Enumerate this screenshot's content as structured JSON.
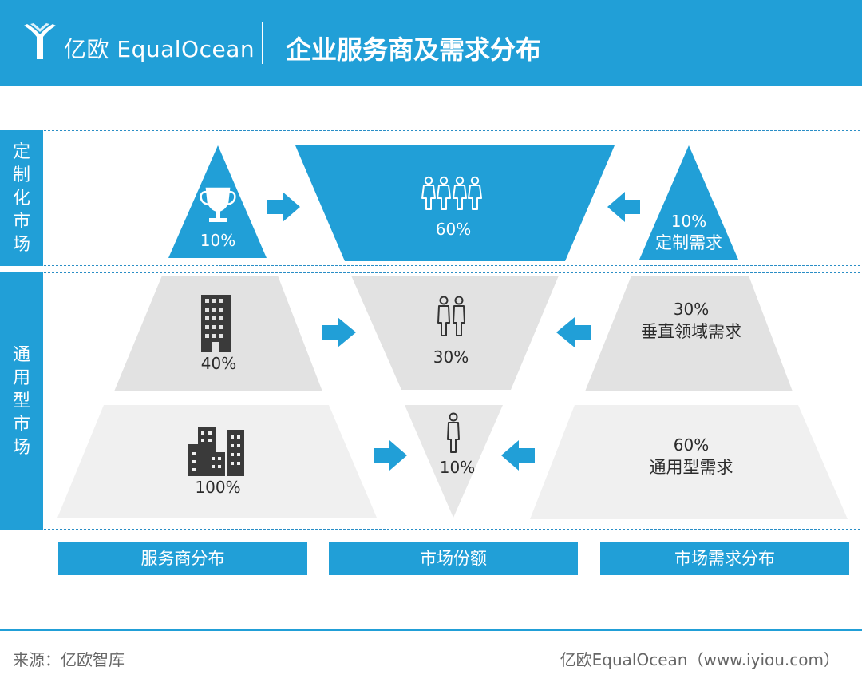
{
  "header": {
    "logo_text": "亿欧 EqualOcean",
    "title": "企业服务商及需求分布"
  },
  "bands": {
    "custom_label": "定制化市场",
    "general_label": "通用型市场"
  },
  "rows": {
    "custom": {
      "provider_pct": "10%",
      "share_pct": "60%",
      "demand_pct": "10%",
      "demand_label": "定制需求"
    },
    "vertical": {
      "provider_pct": "40%",
      "share_pct": "30%",
      "demand_pct": "30%",
      "demand_label": "垂直领域需求"
    },
    "general": {
      "provider_pct": "100%",
      "share_pct": "10%",
      "demand_pct": "60%",
      "demand_label": "通用型需求"
    }
  },
  "columns": {
    "providers": "服务商分布",
    "share": "市场份额",
    "demand": "市场需求分布"
  },
  "footer": {
    "source": "来源：亿欧智库",
    "brand": "亿欧EqualOcean（www.iyiou.com）"
  },
  "colors": {
    "accent": "#219fd7",
    "row_vertical_fill": "#e2e2e2",
    "row_general_fill": "#f0f0f0"
  }
}
